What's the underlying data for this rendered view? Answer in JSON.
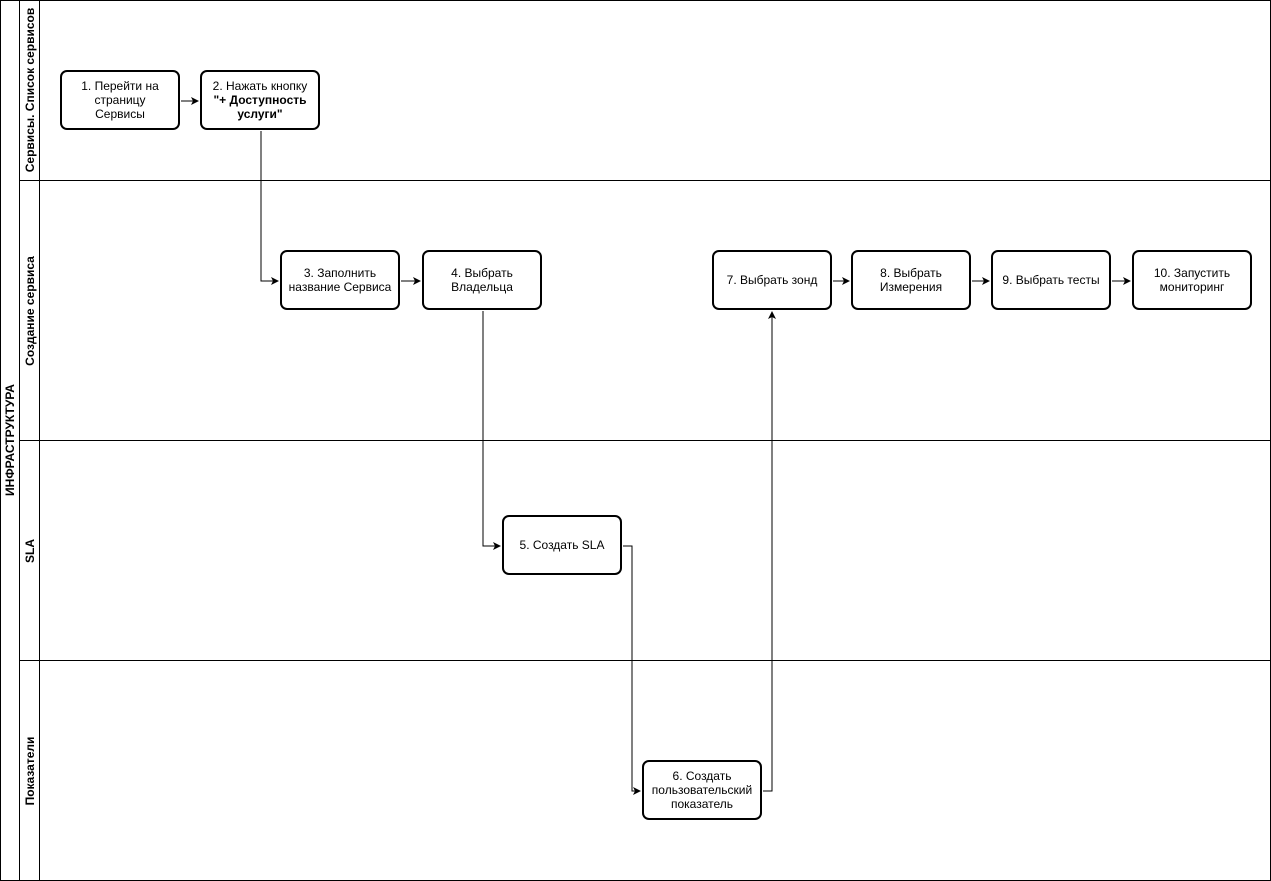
{
  "pool": {
    "title": "ИНФРАСТРУКТУРА"
  },
  "lanes": [
    {
      "title": "Сервисы. Список сервисов"
    },
    {
      "title": "Создание сервиса"
    },
    {
      "title": "SLA"
    },
    {
      "title": "Показатели"
    }
  ],
  "tasks": {
    "t1": {
      "text": "1. Перейти на страницу Сервисы"
    },
    "t2": {
      "text_before": "2. Нажать кнопку ",
      "text_bold": "\"+ Доступность услуги\""
    },
    "t3": {
      "text": "3. Заполнить название Сервиса"
    },
    "t4": {
      "text": "4. Выбрать Владельца"
    },
    "t5": {
      "text": "5. Создать SLA"
    },
    "t6": {
      "text": "6. Создать пользовательский показатель"
    },
    "t7": {
      "text": "7. Выбрать зонд"
    },
    "t8": {
      "text": "8. Выбрать Измерения"
    },
    "t9": {
      "text": "9. Выбрать тесты"
    },
    "t10": {
      "text": "10. Запустить мониторинг"
    }
  },
  "colors": {
    "stroke": "#000000",
    "background": "#ffffff"
  }
}
